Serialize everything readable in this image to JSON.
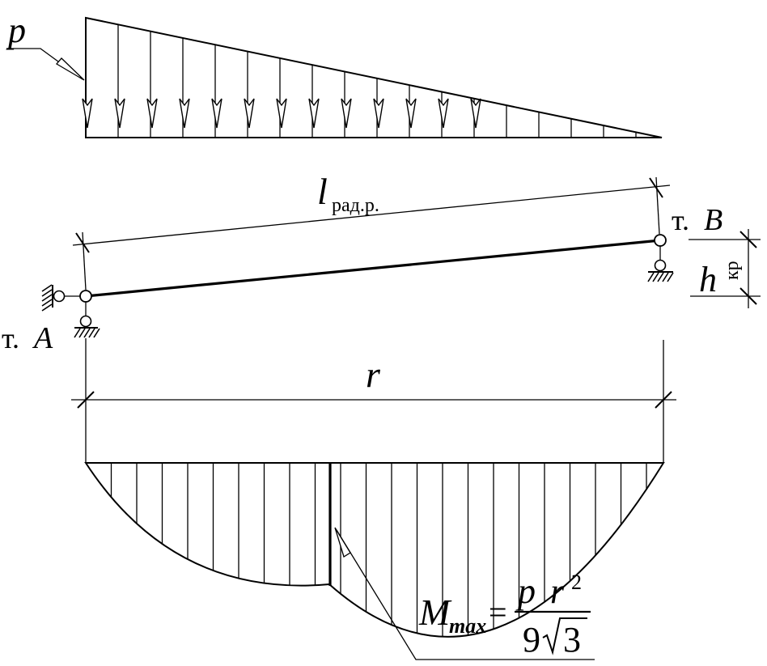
{
  "labels": {
    "load": "p",
    "length_main": "l",
    "length_sub": "рад.р.",
    "point_a_prefix": "т.",
    "point_a": "A",
    "point_b_prefix": "т.",
    "point_b": "B",
    "height_main": "h",
    "height_sub": "кр",
    "span": "r"
  },
  "formula": {
    "lhs_main": "M",
    "lhs_sub": "max",
    "equals": "=",
    "num_p": "p",
    "num_r": "r",
    "num_exp": "2",
    "den_coef": "9",
    "den_radicand": "3"
  },
  "load_arrow_count": 13,
  "hatch_count": 18
}
